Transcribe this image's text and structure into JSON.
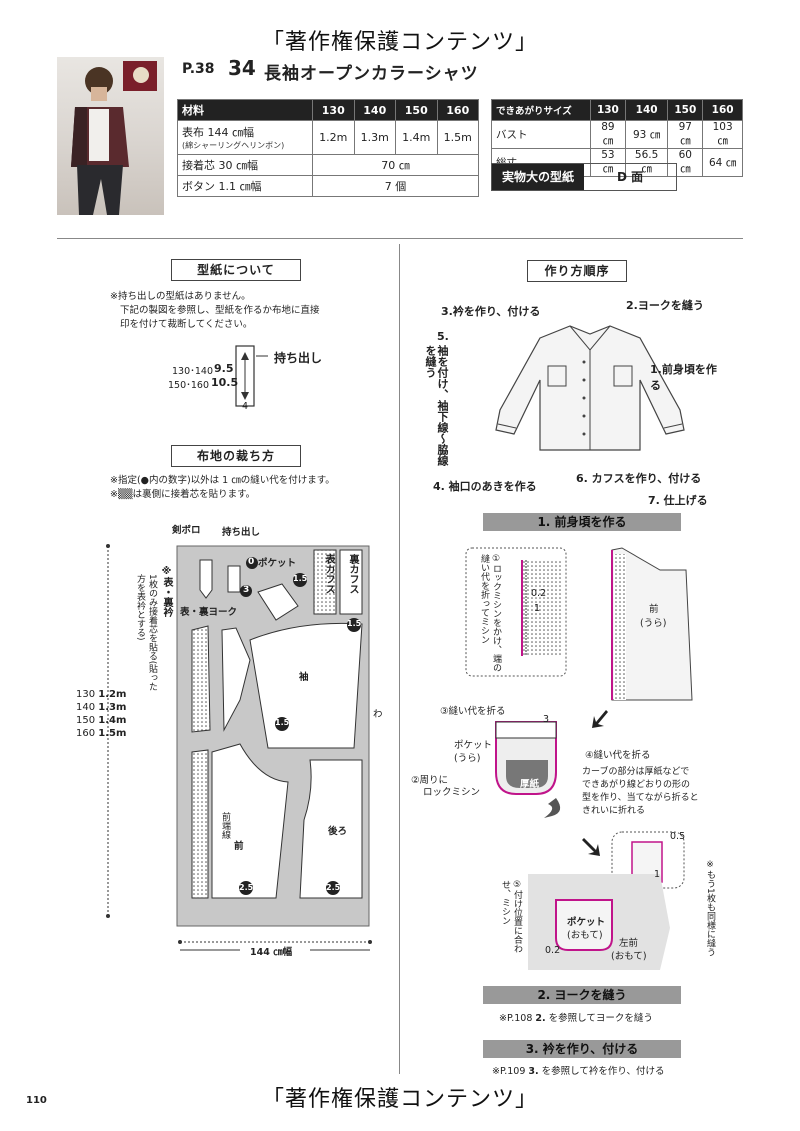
{
  "watermark": "「著作権保護コンテンツ」",
  "header": {
    "page": "P.38",
    "number": "34",
    "title": "長袖オープンカラーシャツ"
  },
  "materials": {
    "headers": [
      "材料",
      "130",
      "140",
      "150",
      "160"
    ],
    "rows": [
      {
        "name": "表布 144 ㎝幅",
        "sub": "(綿シャーリングヘリンボン)",
        "values": [
          "1.2m",
          "1.3m",
          "1.4m",
          "1.5m"
        ]
      },
      {
        "name": "接着芯 30 ㎝幅",
        "span": "70 ㎝"
      },
      {
        "name": "ボタン 1.1 ㎝幅",
        "span": "7 個"
      }
    ]
  },
  "sizes": {
    "headers": [
      "できあがりサイズ",
      "130",
      "140",
      "150",
      "160"
    ],
    "rows": [
      {
        "name": "バスト",
        "values": [
          "89 ㎝",
          "93 ㎝",
          "97 ㎝",
          "103 ㎝"
        ]
      },
      {
        "name": "総丈",
        "values": [
          "53 ㎝",
          "56.5 ㎝",
          "60 ㎝",
          "64 ㎝"
        ]
      }
    ]
  },
  "pattern_sheet": {
    "label": "実物大の型紙",
    "value": "D 面"
  },
  "pattern_section": {
    "title": "型紙について",
    "notes": [
      "※持ち出しの型紙はありません。",
      "下記の製図を参照し、型紙を作るか布地に直接",
      "印を付けて裁断してください。"
    ],
    "extension_label": "持ち出し",
    "sizes_a": "130･140",
    "val_a": "9.5",
    "sizes_b": "150･160",
    "val_b": "10.5",
    "bottom": "4"
  },
  "cutting_section": {
    "title": "布地の裁ち方",
    "notes": [
      "※指定(●内の数字)以外は 1 ㎝の縫い代を付けます。",
      "※▒▒は裏側に接着芯を貼ります。"
    ],
    "size_labels": [
      "130",
      "140",
      "150",
      "160"
    ],
    "length_labels": [
      "1.2m",
      "1.3m",
      "1.4m",
      "1.5m"
    ],
    "width_label": "144 ㎝幅",
    "pieces": {
      "kenboro": "剣ボロ",
      "mochidashi": "持ち出し",
      "pocket": "ポケット",
      "omote_cuffs": "表カフス",
      "ura_cuffs": "裏カフス",
      "collar": "※表・裏衿",
      "collar_note": "1枚のみ接着芯を貼る(貼った方を表衿とする)",
      "yoke": "表・裏ヨーク",
      "sleeve": "袖",
      "wa": "わ",
      "front": "前",
      "front_edge": "前端線",
      "back": "後ろ"
    },
    "seam_numbers": [
      "0",
      "3",
      "1.5",
      "1.5",
      "1.5",
      "2.5",
      "2.5"
    ]
  },
  "order_section": {
    "title": "作り方順序",
    "steps": [
      "3.衿を作り、付ける",
      "2.ヨークを縫う",
      "5.",
      "袖を付け、袖下線～脇線を縫う",
      "1.前身頃を作る",
      "4. 袖口のあきを作る",
      "6. カフスを作り、付ける",
      "7. 仕上げる"
    ]
  },
  "step1": {
    "title": "1. 前身頃を作る",
    "note1": "①ロックミシンをかけ、端の縫い代を折ってミシン",
    "val_02": "0.2",
    "val_1": "1",
    "front_label": "前",
    "front_sub": "(うら)",
    "fold_label": "③縫い代を折る",
    "pocket_label": "ポケット",
    "pocket_sub": "(うら)",
    "val_3": "3",
    "fold4": "④縫い代を折る",
    "lock2a": "②周りに",
    "lock2b": "ロックミシン",
    "thick_paper": "厚紙",
    "curve_note": [
      "カーブの部分は厚紙などで",
      "できあがり線どおりの形の",
      "型を作り、当てながら折ると",
      "きれいに折れる"
    ],
    "val_05": "0.5",
    "val_1b": "1",
    "step5": "⑤付け位置に合わせ、ミシン",
    "pocket_front": "ポケット",
    "pocket_front_sub": "(おもて)",
    "left_front": "左前",
    "left_front_sub": "(おもて)",
    "val_02b": "0.2",
    "side_note": "※もう1枚も同様に縫う"
  },
  "step2": {
    "title": "2. ヨークを縫う",
    "ref": "※P.108",
    "ref_num": "2.",
    "ref_text": "を参照してヨークを縫う"
  },
  "step3": {
    "title": "3. 衿を作り、付ける",
    "ref": "※P.109",
    "ref_num": "3.",
    "ref_text": "を参照して衿を作り、付ける"
  },
  "page_number": "110"
}
